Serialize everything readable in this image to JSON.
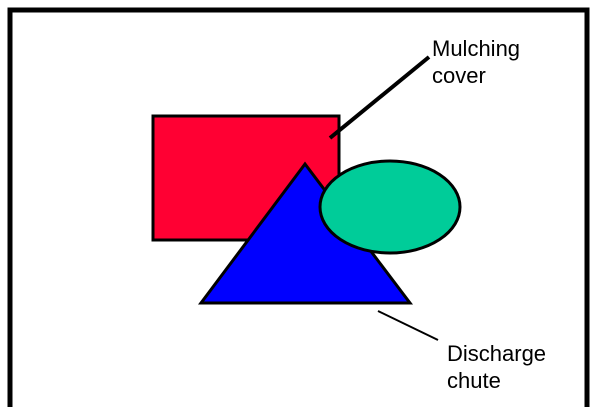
{
  "diagram": {
    "labels": {
      "mulching_cover_line1": "Mulching",
      "mulching_cover_line2": "cover",
      "discharge_chute_line1": "Discharge",
      "discharge_chute_line2": "chute"
    },
    "colors": {
      "background": "#ffffff",
      "frame": "#000000",
      "rectangle": "#ff0033",
      "triangle": "#0000ff",
      "ellipse": "#00cc99",
      "outline": "#000000"
    }
  }
}
